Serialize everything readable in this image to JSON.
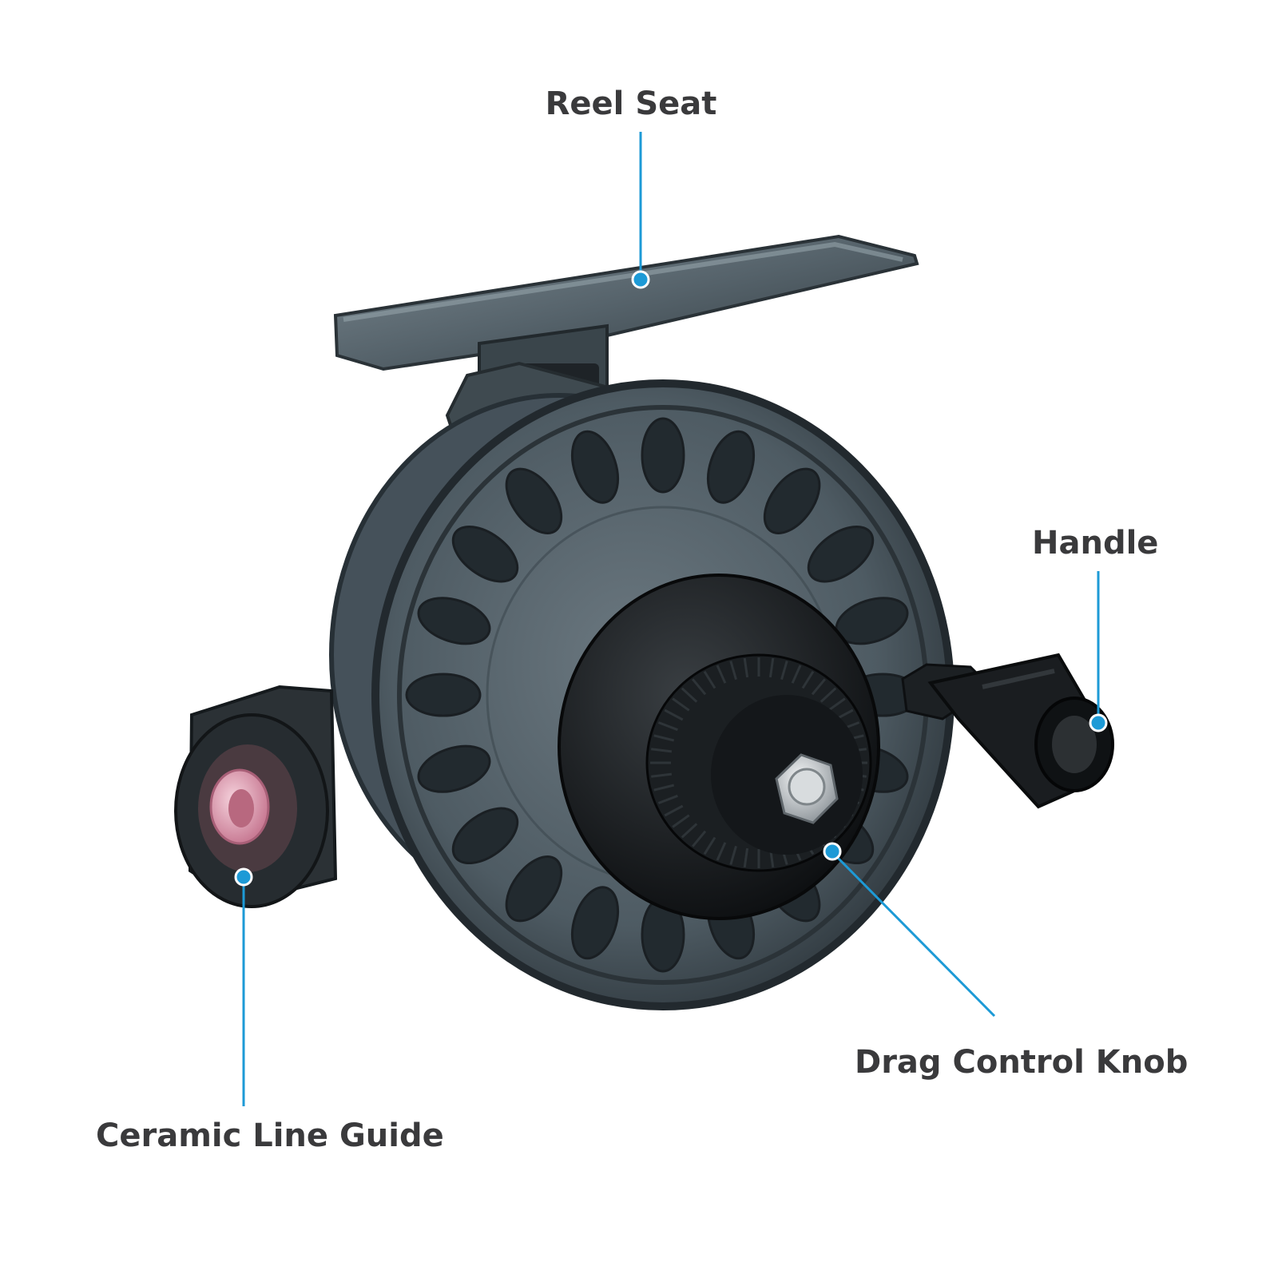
{
  "colors": {
    "callout_line": "#1d9ad6",
    "label_text": "#3a3a3c",
    "reel_body": "#4a565e",
    "knob_black": "#15181a",
    "ceramic_guide": "#e3a4b8"
  },
  "callouts": {
    "reel_seat": "Reel Seat",
    "handle": "Handle",
    "drag_control_knob": "Drag Control Knob",
    "ceramic_line_guide": "Ceramic Line Guide"
  }
}
